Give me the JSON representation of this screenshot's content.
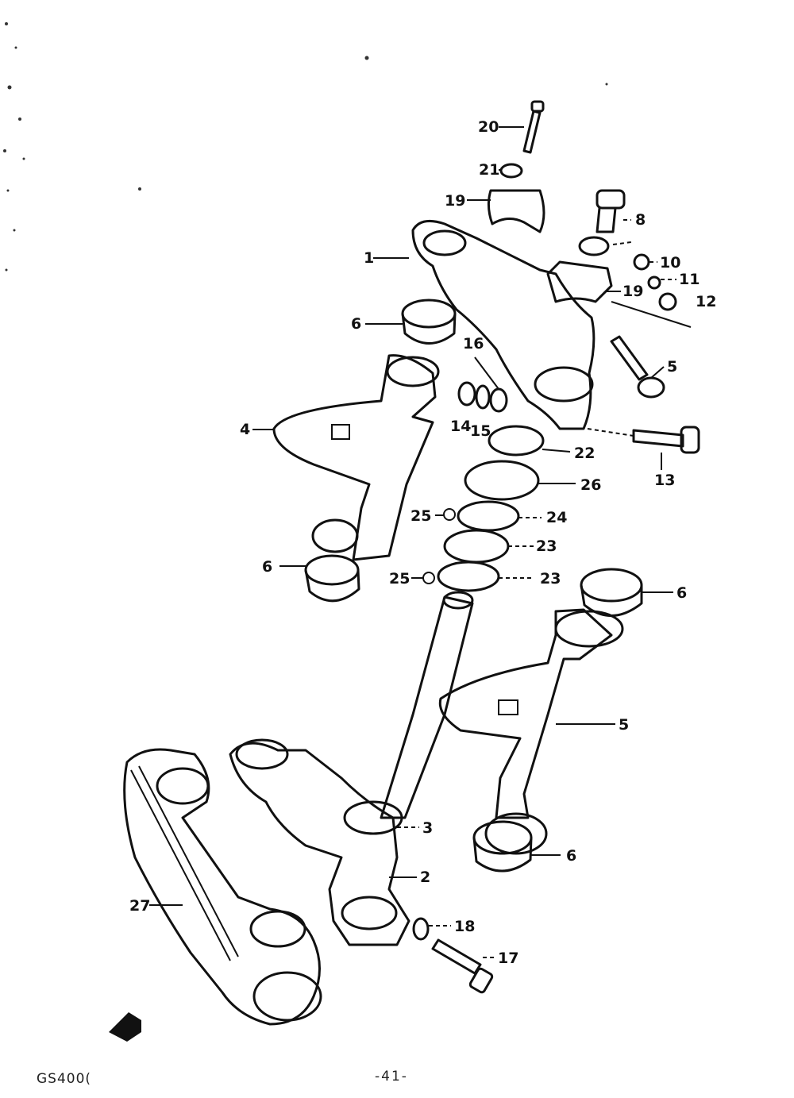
{
  "callouts": {
    "c1": "1",
    "c2": "2",
    "c3": "3",
    "c4": "4",
    "c5a": "5",
    "c5b": "5",
    "c6a": "6",
    "c6b": "6",
    "c6c": "6",
    "c6d": "6",
    "c8": "8",
    "c10": "10",
    "c11": "11",
    "c12": "12",
    "c13": "13",
    "c14": "14",
    "c15": "15",
    "c16": "16",
    "c17": "17",
    "c18": "18",
    "c19a": "19",
    "c19b": "19",
    "c20": "20",
    "c21": "21",
    "c22": "22",
    "c23a": "23",
    "c23b": "23",
    "c24": "24",
    "c25a": "25",
    "c25b": "25",
    "c26": "26",
    "c27": "27"
  },
  "footer": {
    "model": "GS400(",
    "page": "-41-"
  },
  "icons": {
    "direction": "arrow-front-icon"
  }
}
